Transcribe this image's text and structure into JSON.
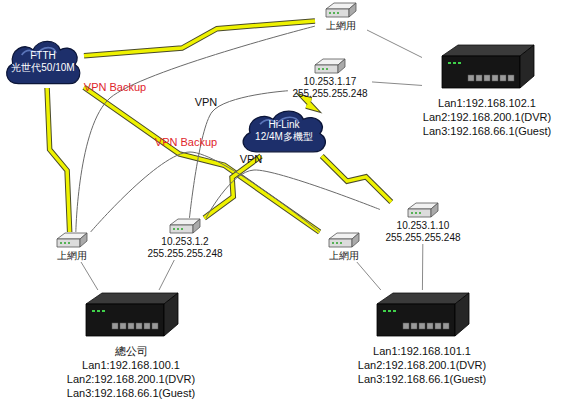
{
  "diagram": {
    "nodes": [
      {
        "text": [
          "FTTH",
          "光世代50/10M"
        ]
      },
      {
        "text": [
          "Hi-Link",
          "12/4M多機型"
        ]
      },
      {
        "text": [
          "上網用"
        ]
      },
      {
        "text": [
          "10.253.1.17",
          "255.255.255.248"
        ]
      },
      {
        "text": [
          "Lan1:192.168.102.1",
          "Lan2:192.168.200.1(DVR)",
          "Lan3:192.168.66.1(Guest)"
        ]
      },
      {
        "text": [
          "上網用"
        ]
      },
      {
        "text": [
          "10.253.1.2",
          "255.255.255.248"
        ]
      },
      {
        "text": [
          "上網用"
        ]
      },
      {
        "text": [
          "10.253.1.10",
          "255.255.255.248"
        ]
      },
      {
        "text": [
          "總公司",
          "Lan1:192.168.100.1",
          "Lan2:192.168.200.1(DVR)",
          "Lan3:192.168.66.1(Guest)"
        ]
      },
      {
        "text": [
          "Lan1:192.168.101.1",
          "Lan2:192.168.200.1(DVR)",
          "Lan3:192.168.66.1(Guest)"
        ]
      }
    ],
    "edges": [
      {
        "from": 0,
        "to": 2,
        "arrow": "none"
      },
      {
        "from": 0,
        "to": 5,
        "arrow": "none"
      },
      {
        "from": 0,
        "to": 7,
        "arrow": "none"
      },
      {
        "from": 1,
        "to": 3,
        "arrow": "none"
      },
      {
        "from": 1,
        "to": 6,
        "arrow": "none"
      },
      {
        "from": 1,
        "to": 8,
        "arrow": "none"
      },
      {
        "from": 2,
        "to": 4,
        "arrow": "none"
      },
      {
        "from": 3,
        "to": 4,
        "arrow": "none"
      },
      {
        "from": 5,
        "to": 9,
        "arrow": "none"
      },
      {
        "from": 6,
        "to": 9,
        "arrow": "none"
      },
      {
        "from": 7,
        "to": 10,
        "arrow": "none"
      },
      {
        "from": 8,
        "to": 10,
        "arrow": "none"
      },
      {
        "from": 5,
        "to": 2,
        "label": "VPN Backup",
        "arrow": "none"
      },
      {
        "from": 6,
        "to": 3,
        "label": "VPN",
        "arrow": "none"
      },
      {
        "from": 5,
        "to": 7,
        "label": "VPN Backup",
        "arrow": "none"
      },
      {
        "from": 6,
        "to": 8,
        "label": "VPN",
        "arrow": "none"
      }
    ]
  }
}
